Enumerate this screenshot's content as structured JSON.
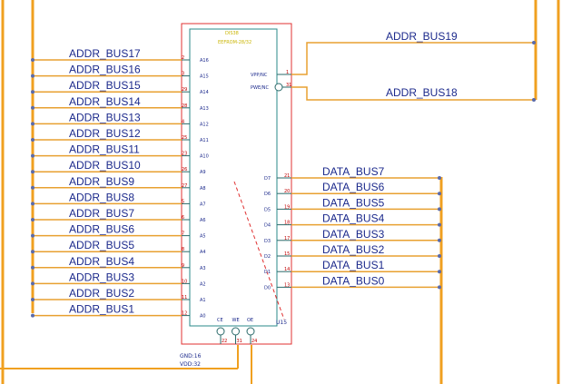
{
  "colors": {
    "bus": "#f0a020",
    "wire": "#e8a030",
    "pin_wire": "#2a6a6a",
    "junction": "#5a6aaa",
    "chip_outline": "#e03030",
    "chip_body": "#2a8a8a",
    "label": "#1c2a8c",
    "pin_number": "#c00000"
  },
  "chip": {
    "ref": "U15",
    "title_line1": "DIS38",
    "title_line2": "EEFROM-28/32",
    "left_pins": [
      {
        "name": "A16",
        "num": "2"
      },
      {
        "name": "A15",
        "num": "3"
      },
      {
        "name": "A14",
        "num": "29"
      },
      {
        "name": "A13",
        "num": "28"
      },
      {
        "name": "A12",
        "num": "4"
      },
      {
        "name": "A11",
        "num": "25"
      },
      {
        "name": "A10",
        "num": "23"
      },
      {
        "name": "A9",
        "num": "26"
      },
      {
        "name": "A8",
        "num": "27"
      },
      {
        "name": "A7",
        "num": "5"
      },
      {
        "name": "A6",
        "num": "6"
      },
      {
        "name": "A5",
        "num": "7"
      },
      {
        "name": "A4",
        "num": "8"
      },
      {
        "name": "A3",
        "num": "9"
      },
      {
        "name": "A2",
        "num": "10"
      },
      {
        "name": "A1",
        "num": "11"
      },
      {
        "name": "A0",
        "num": "12"
      }
    ],
    "right_top_pins": [
      {
        "name": "VPP/NC",
        "num": "1"
      },
      {
        "name": "PWE/NC",
        "num": "31"
      }
    ],
    "right_data_pins": [
      {
        "name": "D7",
        "num": "21"
      },
      {
        "name": "D6",
        "num": "20"
      },
      {
        "name": "D5",
        "num": "19"
      },
      {
        "name": "D4",
        "num": "18"
      },
      {
        "name": "D3",
        "num": "17"
      },
      {
        "name": "D2",
        "num": "15"
      },
      {
        "name": "D1",
        "num": "14"
      },
      {
        "name": "D0",
        "num": "13"
      }
    ],
    "bottom_pins": [
      {
        "name": "CE",
        "num": "22"
      },
      {
        "name": "WE",
        "num": "31"
      },
      {
        "name": "OE",
        "num": "24"
      }
    ],
    "power_gnd": "GND:16",
    "power_vdd": "VDD:32"
  },
  "addr_nets": [
    "ADDR_BUS17",
    "ADDR_BUS16",
    "ADDR_BUS15",
    "ADDR_BUS14",
    "ADDR_BUS13",
    "ADDR_BUS12",
    "ADDR_BUS11",
    "ADDR_BUS10",
    "ADDR_BUS9",
    "ADDR_BUS8",
    "ADDR_BUS7",
    "ADDR_BUS6",
    "ADDR_BUS5",
    "ADDR_BUS4",
    "ADDR_BUS3",
    "ADDR_BUS2",
    "ADDR_BUS1"
  ],
  "data_nets": [
    "DATA_BUS7",
    "DATA_BUS6",
    "DATA_BUS5",
    "DATA_BUS4",
    "DATA_BUS3",
    "DATA_BUS2",
    "DATA_BUS1",
    "DATA_BUS0"
  ],
  "upper_nets": {
    "top": "ADDR_BUS19",
    "bottom": "ADDR_BUS18"
  }
}
